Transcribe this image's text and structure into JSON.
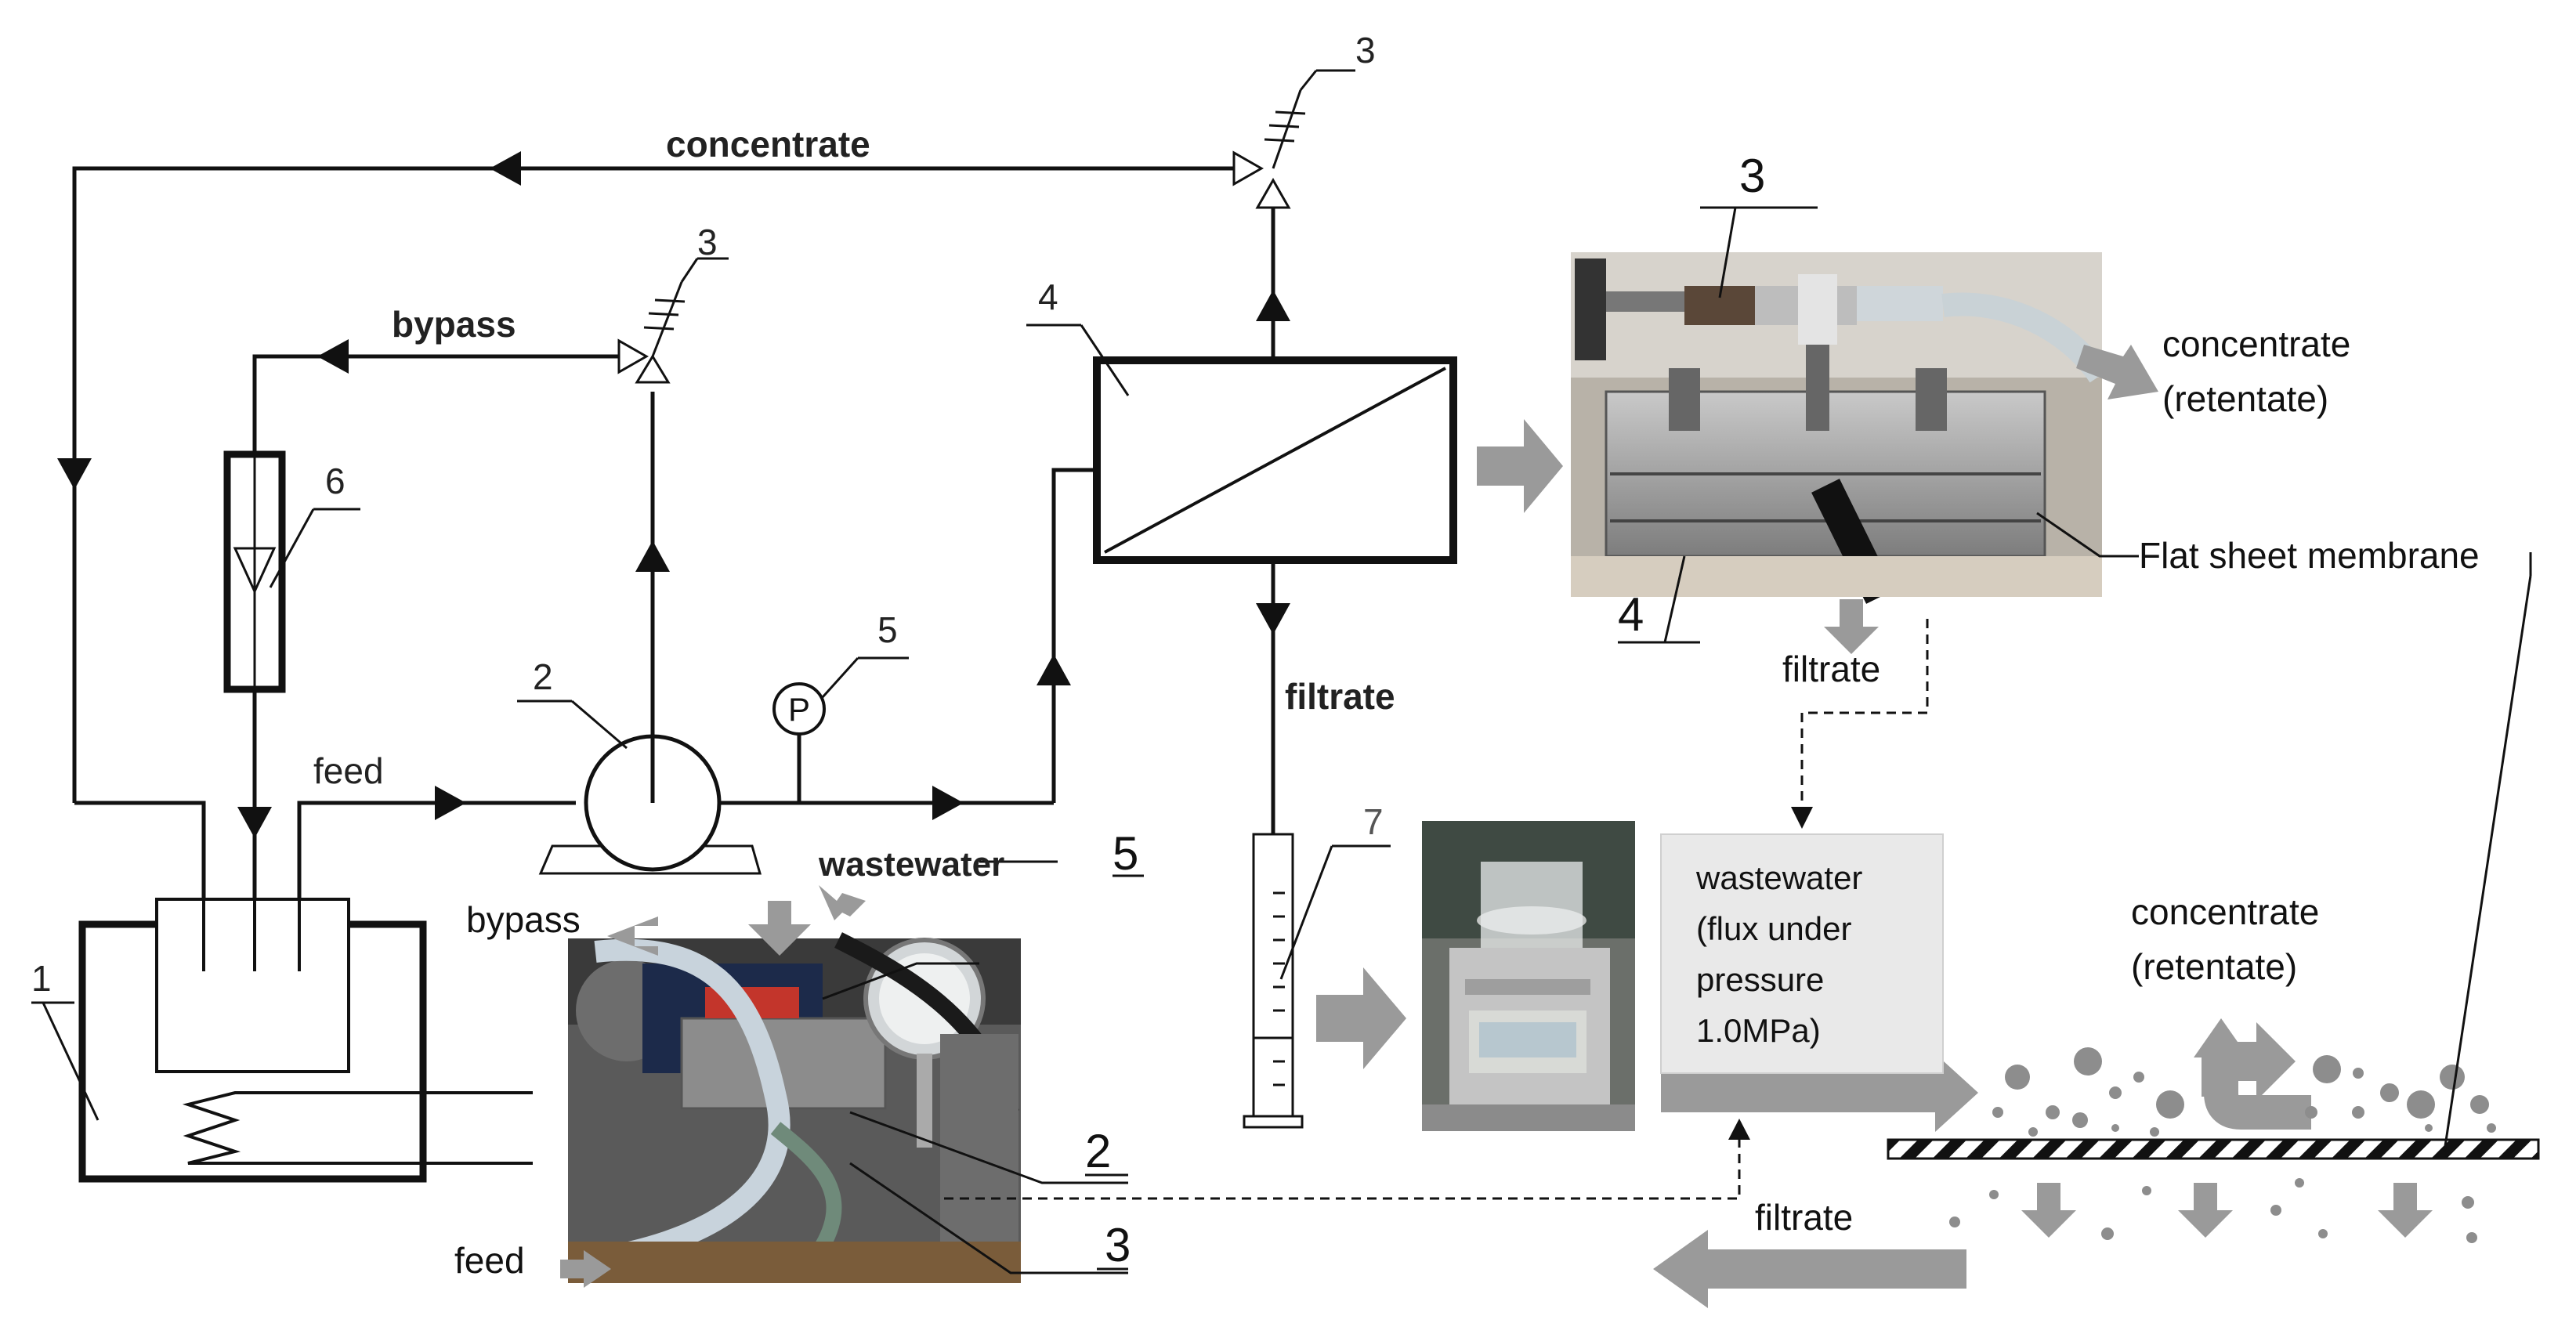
{
  "labels": {
    "concentrate": "concentrate",
    "bypass": "bypass",
    "feed": "feed",
    "filtrate": "filtrate",
    "wastewater": "wastewater",
    "pressure_gauge": "P",
    "concentrate_retentate_line1": "concentrate",
    "concentrate_retentate_line2": "(retentate)",
    "flat_sheet_membrane": "Flat sheet membrane",
    "box_wastewater_line1": "wastewater",
    "box_wastewater_line2": "(flux under",
    "box_wastewater_line3": "pressure",
    "box_wastewater_line4": "1.0MPa)"
  },
  "numbers": {
    "n1": "1",
    "n2": "2",
    "n3": "3",
    "n4": "4",
    "n5": "5",
    "n6": "6",
    "n7": "7"
  },
  "colors": {
    "line": "#111111",
    "gray_arrow": "#9a9a9a",
    "box_fill": "#e9e9e9",
    "photo_metal": "#9b9b9b",
    "photo_dark": "#2a2a2a"
  }
}
